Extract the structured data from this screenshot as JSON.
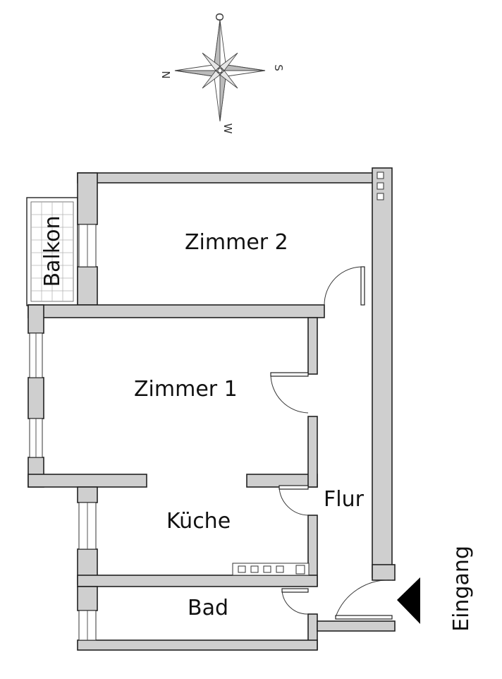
{
  "compass": {
    "north": "N",
    "east": "O",
    "south": "S",
    "west": "W"
  },
  "rooms": {
    "zimmer2": "Zimmer 2",
    "zimmer1": "Zimmer 1",
    "kueche": "Küche",
    "bad": "Bad",
    "flur": "Flur",
    "balkon": "Balkon"
  },
  "entrance": {
    "label": "Eingang"
  },
  "colors": {
    "wall_fill": "#cfcfcf",
    "line": "#222222",
    "entrance_arrow": "#000000"
  }
}
